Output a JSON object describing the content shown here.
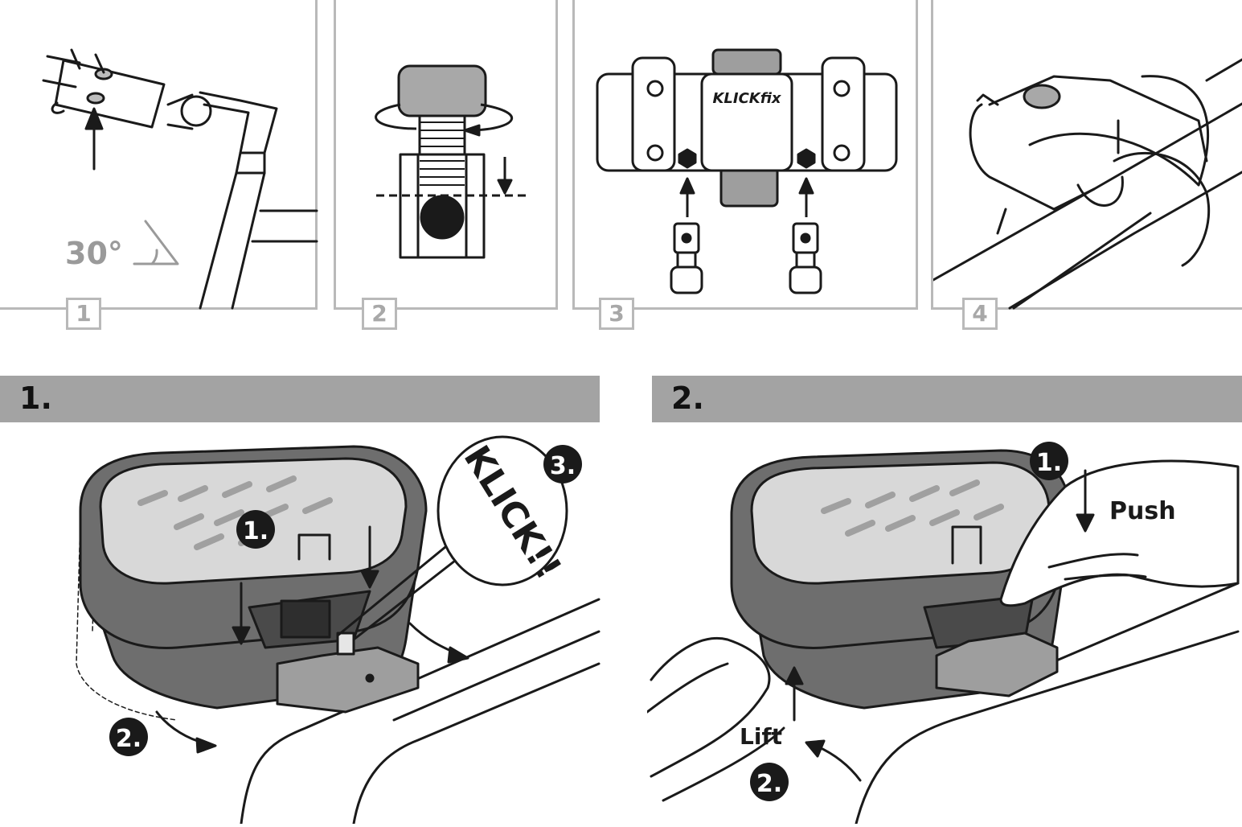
{
  "steps": [
    {
      "number": "1",
      "angle_label": "30°"
    },
    {
      "number": "2"
    },
    {
      "number": "3",
      "brand": "KLICKfix"
    },
    {
      "number": "4"
    }
  ],
  "sections": [
    {
      "heading": "1.",
      "callouts": [
        "1.",
        "2.",
        "3."
      ],
      "sound": "KLICK!!"
    },
    {
      "heading": "2.",
      "callouts": [
        "1.",
        "2."
      ],
      "push_label": "Push",
      "lift_label": "Lift"
    }
  ],
  "colors": {
    "panel_border": "#b9b9b9",
    "banner": "#a3a3a3",
    "box_dark": "#6e6e6e",
    "box_light": "#d8d8d8"
  }
}
